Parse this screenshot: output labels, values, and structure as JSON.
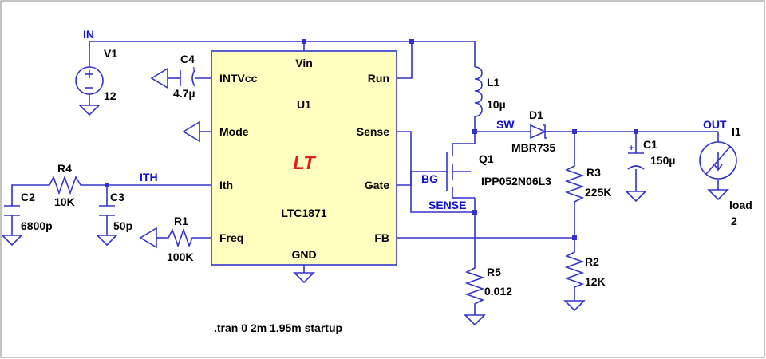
{
  "colors": {
    "wire": "#3333cc",
    "chip_fill": "#ffffc0",
    "chip_border": "#3333cc",
    "label": "#000000",
    "net_label": "#1010cc",
    "logo": "#e02020"
  },
  "ic": {
    "ref": "U1",
    "part": "LTC1871",
    "logo": "LT",
    "pins": {
      "vin": "Vin",
      "intvcc": "INTVcc",
      "run": "Run",
      "mode": "Mode",
      "sense": "Sense",
      "ith": "Ith",
      "gate": "Gate",
      "freq": "Freq",
      "fb": "FB",
      "gnd": "GND"
    }
  },
  "components": {
    "v1": {
      "ref": "V1",
      "value": "12"
    },
    "c4": {
      "ref": "C4",
      "value": "4.7µ"
    },
    "l1": {
      "ref": "L1",
      "value": "10µ"
    },
    "d1": {
      "ref": "D1",
      "value": "MBR735"
    },
    "c1": {
      "ref": "C1",
      "value": "150µ"
    },
    "i1": {
      "ref": "I1",
      "value": "load",
      "value2": "2"
    },
    "q1": {
      "ref": "Q1",
      "value": "IPP052N06L3"
    },
    "r3": {
      "ref": "R3",
      "value": "225K"
    },
    "r2": {
      "ref": "R2",
      "value": "12K"
    },
    "r5": {
      "ref": "R5",
      "value": "0.012"
    },
    "r4": {
      "ref": "R4",
      "value": "10K"
    },
    "c2": {
      "ref": "C2",
      "value": "6800p"
    },
    "c3": {
      "ref": "C3",
      "value": "50p"
    },
    "r1": {
      "ref": "R1",
      "value": "100K"
    }
  },
  "nets": {
    "in": "IN",
    "out": "OUT",
    "sw": "SW",
    "ith": "ITH",
    "bg": "BG",
    "sense": "SENSE"
  },
  "directive": ".tran 0 2m 1.95m startup"
}
